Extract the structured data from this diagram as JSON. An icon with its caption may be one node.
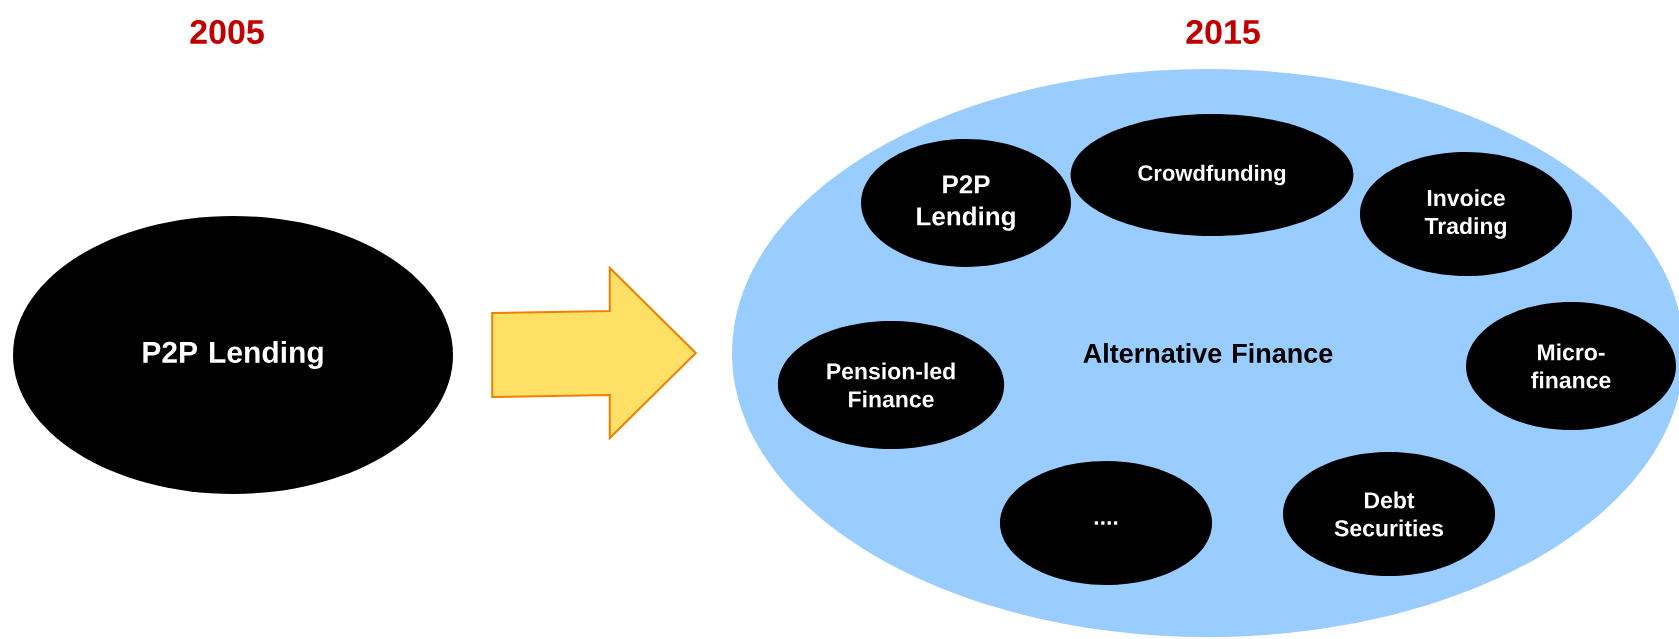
{
  "diagram": {
    "nodes": [
      {
        "text": [
          "P2P Lending"
        ]
      },
      {
        "text": [
          "Alternative Finance"
        ]
      },
      {
        "text": [
          "P2P Lending"
        ],
        "in": 1
      },
      {
        "text": [
          "Crowdfunding"
        ],
        "in": 1
      },
      {
        "text": [
          "Invoice Trading"
        ],
        "in": 1
      },
      {
        "text": [
          "Pension-led Finance"
        ],
        "in": 1
      },
      {
        "text": [
          "Micro-finance"
        ],
        "in": 1
      },
      {
        "text": [
          "...."
        ],
        "in": 1
      },
      {
        "text": [
          "Debt Securities"
        ],
        "in": 1
      }
    ],
    "edges": [
      {
        "from": 0,
        "to": 1,
        "arrow": "to"
      }
    ],
    "labels": [
      "2005",
      "2015"
    ]
  }
}
